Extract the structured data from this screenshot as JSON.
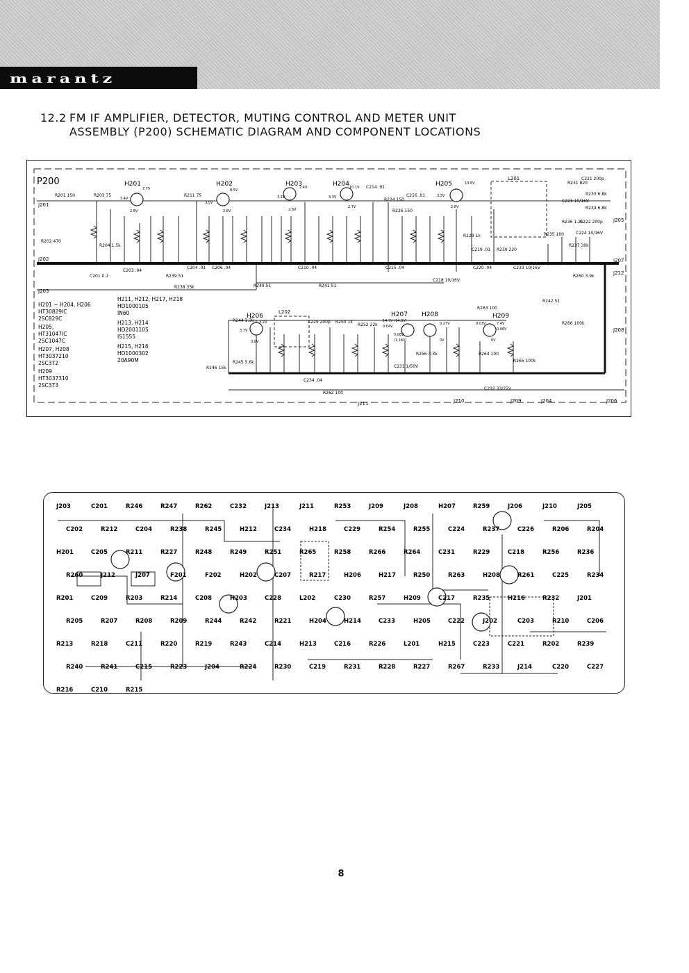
{
  "brand": {
    "logo_text": "marantz"
  },
  "section": {
    "number": "12.2",
    "title_line1": "FM IF AMPLIFIER, DETECTOR, MUTING CONTROL AND METER UNIT",
    "title_line2": "ASSEMBLY (P200) SCHEMATIC DIAGRAM AND COMPONENT LOCATIONS"
  },
  "schematic": {
    "board": "P200",
    "jacks": [
      "J201",
      "J202",
      "J203",
      "J205",
      "J207",
      "J212",
      "J208",
      "J211",
      "J210",
      "J209",
      "J204",
      "J206"
    ],
    "transistors": [
      "H201",
      "H202",
      "H203",
      "H204",
      "H205",
      "H206",
      "H207",
      "H208",
      "H209"
    ],
    "coil": "L201",
    "coil2": "L202",
    "top_labels": [
      "R201 150",
      "R203 75",
      "R211 75",
      "C214 .01",
      "C216 .01",
      "R224 150",
      "R226 150",
      "C221 200p",
      "R231 820",
      "R233 6.8k",
      "R234 6.8k",
      "C223 10/16V",
      "R236 1.2k",
      "C222 200p",
      "C224 10/16V",
      "R237 30k",
      "R235 100"
    ],
    "mid_labels": [
      "R202 470",
      "R204 1.5k",
      "C201 0.1",
      "C203 .04",
      "R239 51",
      "R238 33k",
      "C204 .01",
      "C206 .04",
      "R240 51",
      "C210 .04",
      "R241 51",
      "C215 .04",
      "C218 10/16V",
      "C220 .04",
      "C233 10/16V",
      "R260 3.9k",
      "R242 51",
      "C219 .01",
      "R230 220",
      "R229 1k"
    ],
    "lower_labels": [
      "R244 3.3k",
      "C229 200p",
      "R250 1k",
      "R252 22k",
      "R263 100",
      "R266 100k",
      "R245 5.6k",
      "R246 15k",
      "C231 1/50V",
      "R256 3.3k",
      "R264 100",
      "R265 100k",
      "C234 .04",
      "R262 100",
      "C232 33/25V"
    ],
    "voltages": [
      "7.7V",
      "3.4V",
      "2.8V",
      "8.5V",
      "3.5V",
      "2.8V",
      "3.1V",
      "2.4V",
      "2.8V",
      "10.1V",
      "3.3V",
      "2.7V",
      "13.6V",
      "3.3V",
      "2.8V",
      "3.2V",
      "3.7V",
      "3.0V",
      "14.7V (14.3V)",
      "0.04V",
      "0.06V",
      "(1.18V)",
      "0.27V",
      "0V",
      "7.4V",
      "0.06V",
      "0.03V",
      "0V"
    ],
    "parts_legend": [
      {
        "ref": "H201 ~ H204, H206",
        "part": "HT30829IC"
      },
      {
        "ref": "",
        "part": "2SC829C"
      },
      {
        "ref": "H205,",
        "part": "HT31047IC"
      },
      {
        "ref": "",
        "part": "2SC1047C"
      },
      {
        "ref": "H207, H208",
        "part": "HT3037210"
      },
      {
        "ref": "",
        "part": "2SC372"
      },
      {
        "ref": "H209",
        "part": "HT3037310"
      },
      {
        "ref": "",
        "part": "2SC373"
      }
    ],
    "diode_legend": [
      "H211, H212, H217, H218",
      "HD1000105",
      "IN60",
      "H213, H214",
      "HD2001105",
      "IS1555",
      "H215, H216",
      "HD1000302",
      "20A90M"
    ]
  },
  "pcb": {
    "labels": [
      "J203",
      "C201",
      "R246",
      "R247",
      "R262",
      "C232",
      "J213",
      "J211",
      "R253",
      "J209",
      "J208",
      "H207",
      "R259",
      "J206",
      "J210",
      "J205",
      "C202",
      "R212",
      "C204",
      "R238",
      "R245",
      "H212",
      "C234",
      "H218",
      "C229",
      "R254",
      "R255",
      "C224",
      "R237",
      "C226",
      "R206",
      "R204",
      "H201",
      "C205",
      "R211",
      "R227",
      "R248",
      "R249",
      "R251",
      "R265",
      "R258",
      "R266",
      "R264",
      "C231",
      "R229",
      "C218",
      "R256",
      "R236",
      "R260",
      "J212",
      "J207",
      "F201",
      "F202",
      "H202",
      "C207",
      "R217",
      "H206",
      "H217",
      "R250",
      "R263",
      "H208",
      "R261",
      "C225",
      "R234",
      "R201",
      "C209",
      "R203",
      "R214",
      "C208",
      "H203",
      "C228",
      "L202",
      "C230",
      "R257",
      "H209",
      "C217",
      "R235",
      "H216",
      "R232",
      "J201",
      "R205",
      "R207",
      "R208",
      "R209",
      "R244",
      "R242",
      "R221",
      "H204",
      "H214",
      "C233",
      "H205",
      "C222",
      "J202",
      "C203",
      "R210",
      "C206",
      "R213",
      "R218",
      "C211",
      "R220",
      "R219",
      "R243",
      "C214",
      "H213",
      "C216",
      "R226",
      "L201",
      "H215",
      "C223",
      "C221",
      "R202",
      "R239",
      "R240",
      "R241",
      "C215",
      "R223",
      "J204",
      "R224",
      "R230",
      "C219",
      "R231",
      "R228",
      "R227",
      "R267",
      "R233",
      "J214",
      "C220",
      "C227",
      "R216",
      "C210",
      "R215"
    ]
  },
  "page_number": "8"
}
